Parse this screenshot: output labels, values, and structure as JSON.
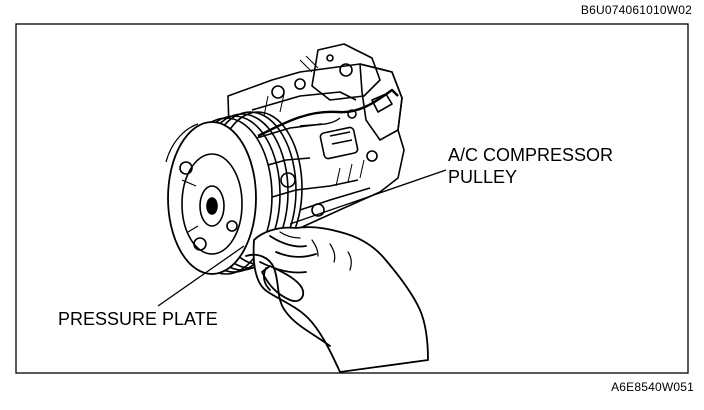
{
  "figure": {
    "code_top": "B6U074061010W02",
    "code_bottom": "A6E8540W051"
  },
  "callouts": {
    "pulley_line1": "A/C COMPRESSOR",
    "pulley_line2": "PULLEY",
    "pressure_plate": "PRESSURE PLATE"
  }
}
